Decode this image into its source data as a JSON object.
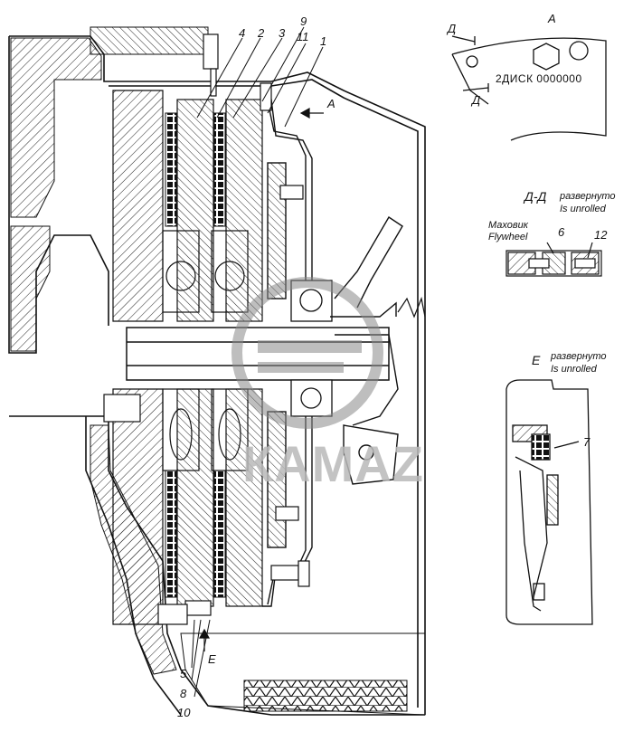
{
  "callouts": {
    "top": [
      "4",
      "2",
      "3",
      "9",
      "11",
      "1"
    ],
    "right_detail": [
      "6",
      "12"
    ],
    "detail_e": [
      "7"
    ],
    "bottom": [
      "5",
      "8",
      "10"
    ]
  },
  "view_markers": {
    "view_a": "А",
    "section_d_1": "Д",
    "section_d_2": "Д",
    "view_e_arrow": "Е"
  },
  "disk_plate_text": "2ДИСК 0000000",
  "section_dd": {
    "title": "Д-Д",
    "unrolled_ru": "развернуто",
    "unrolled_en": "Is unrolled",
    "flywheel_ru": "Маховик",
    "flywheel_en": "Flywheel"
  },
  "view_e": {
    "title": "Е",
    "unrolled_ru": "развернуто",
    "unrolled_en": "Is unrolled"
  },
  "watermark": "КАМАZ"
}
